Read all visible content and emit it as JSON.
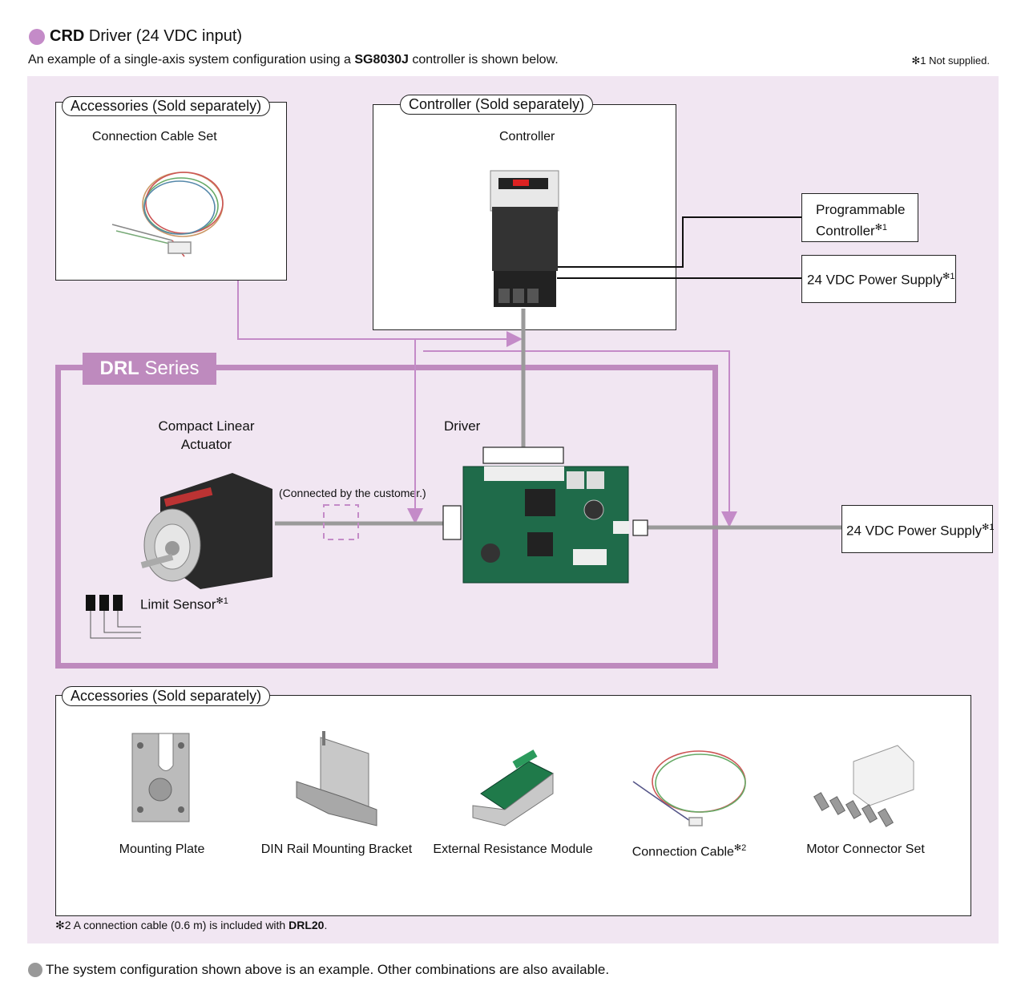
{
  "header": {
    "title_bold": "CRD",
    "title_rest": " Driver (24 VDC input)",
    "subtitle_pre": "An example of a single-axis system configuration using a ",
    "subtitle_bold": "SG8030J",
    "subtitle_post": " controller is shown below.",
    "note_not_supplied": "✻1 Not supplied."
  },
  "top_left_box": {
    "pill": "Accessories (Sold separately)",
    "item_label": "Connection Cable Set"
  },
  "controller_box": {
    "pill": "Controller (Sold separately)",
    "item_label": "Controller"
  },
  "programmable_controller": {
    "line1": "Programmable",
    "line2": "Controller",
    "mark": "✻1"
  },
  "power_supply_top": {
    "label": "24 VDC Power Supply",
    "mark": "✻1"
  },
  "drl_series": {
    "tab_bold": "DRL",
    "tab_rest": " Series",
    "actuator_line1": "Compact Linear",
    "actuator_line2": "Actuator",
    "driver_label": "Driver",
    "connected_note": "(Connected by the customer.)",
    "limit_sensor": "Limit Sensor",
    "limit_mark": "✻1"
  },
  "power_supply_right": {
    "label": "24 VDC Power Supply",
    "mark": "✻1"
  },
  "accessories_bottom": {
    "pill": "Accessories (Sold separately)",
    "items": [
      {
        "label": "Mounting Plate",
        "mark": ""
      },
      {
        "label": "DIN Rail Mounting Bracket",
        "mark": ""
      },
      {
        "label": "External Resistance Module",
        "mark": ""
      },
      {
        "label": "Connection Cable",
        "mark": "✻2"
      },
      {
        "label": "Motor Connector Set",
        "mark": ""
      }
    ]
  },
  "note2": {
    "pre": "✻2 A connection cable (0.6 m) is included with ",
    "bold": "DRL20",
    "post": "."
  },
  "footer": "The system configuration shown above is an example. Other combinations are also available.",
  "colors": {
    "background": "#f1e6f2",
    "drl_accent": "#be8abe",
    "cable_gray": "#999999",
    "arrow_purple": "#c48bc8"
  }
}
